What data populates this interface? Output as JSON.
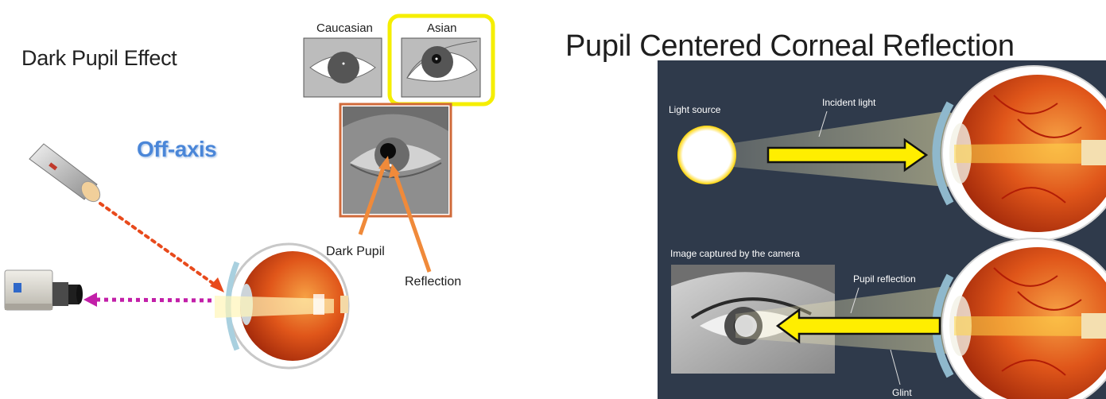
{
  "left": {
    "title": "Dark Pupil Effect",
    "off_axis_label": "Off-axis",
    "caucasian_label": "Caucasian",
    "asian_label": "Asian",
    "dark_pupil_label": "Dark Pupil",
    "reflection_label": "Reflection"
  },
  "right": {
    "title": "Pupil Centered Corneal Reflection",
    "light_source_label": "Light source",
    "incident_light_label": "Incident light",
    "camera_image_label": "Image captured by the camera",
    "pupil_reflection_label": "Pupil reflection",
    "glint_label": "Glint"
  },
  "colors": {
    "highlight_box": "#f5ee00",
    "panel_bg": "#2f3a4b",
    "arrow_yellow": "#ffee00",
    "callout_orange": "#f08a3a",
    "light_dots": "#e84a1c",
    "reflect_dots": "#c21fa8",
    "title_blue": "#4a86d8"
  }
}
